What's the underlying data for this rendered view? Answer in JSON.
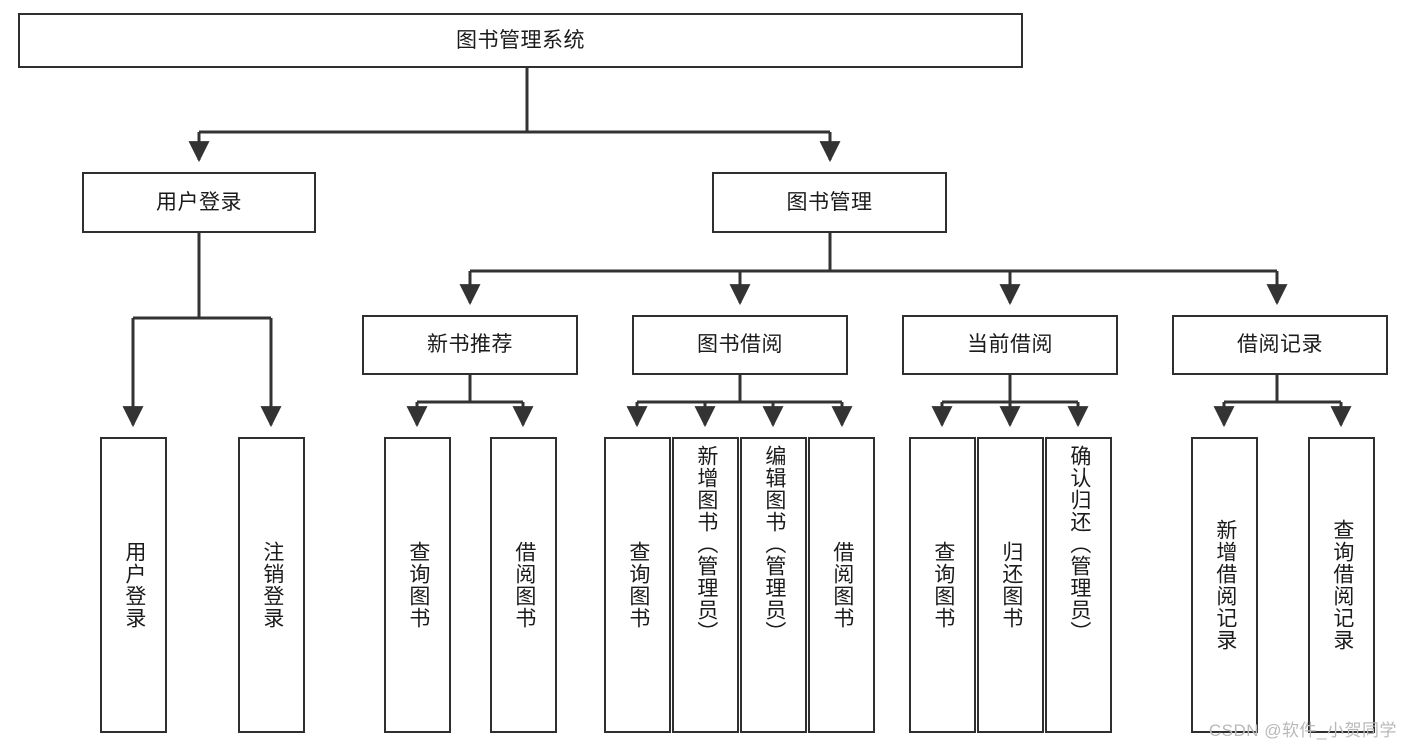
{
  "diagram": {
    "type": "hierarchy-tree",
    "title": "图书管理系统",
    "root": {
      "label": "图书管理系统"
    },
    "level2": [
      {
        "label": "用户登录"
      },
      {
        "label": "图书管理"
      }
    ],
    "level3": [
      {
        "label": "新书推荐"
      },
      {
        "label": "图书借阅"
      },
      {
        "label": "当前借阅"
      },
      {
        "label": "借阅记录"
      }
    ],
    "leaves": {
      "user_login": [
        {
          "label": "用户登录"
        },
        {
          "label": "注销登录"
        }
      ],
      "new_book_recommend": [
        {
          "label": "查询图书"
        },
        {
          "label": "借阅图书"
        }
      ],
      "book_borrow": [
        {
          "label": "查询图书"
        },
        {
          "label": "新增图书（管理员）"
        },
        {
          "label": "编辑图书（管理员）"
        },
        {
          "label": "借阅图书"
        }
      ],
      "current_borrow": [
        {
          "label": "查询图书"
        },
        {
          "label": "归还图书"
        },
        {
          "label": "确认归还（管理员）"
        }
      ],
      "borrow_record": [
        {
          "label": "新增借阅记录"
        },
        {
          "label": "查询借阅记录"
        }
      ]
    }
  },
  "watermark": {
    "text": "CSDN @软件_小贺同学"
  },
  "colors": {
    "box_border": "#2f2f2f",
    "box_fill": "#ffffff",
    "text": "#1b1b1b",
    "connector": "#333333",
    "watermark": "#b9b9b9"
  }
}
